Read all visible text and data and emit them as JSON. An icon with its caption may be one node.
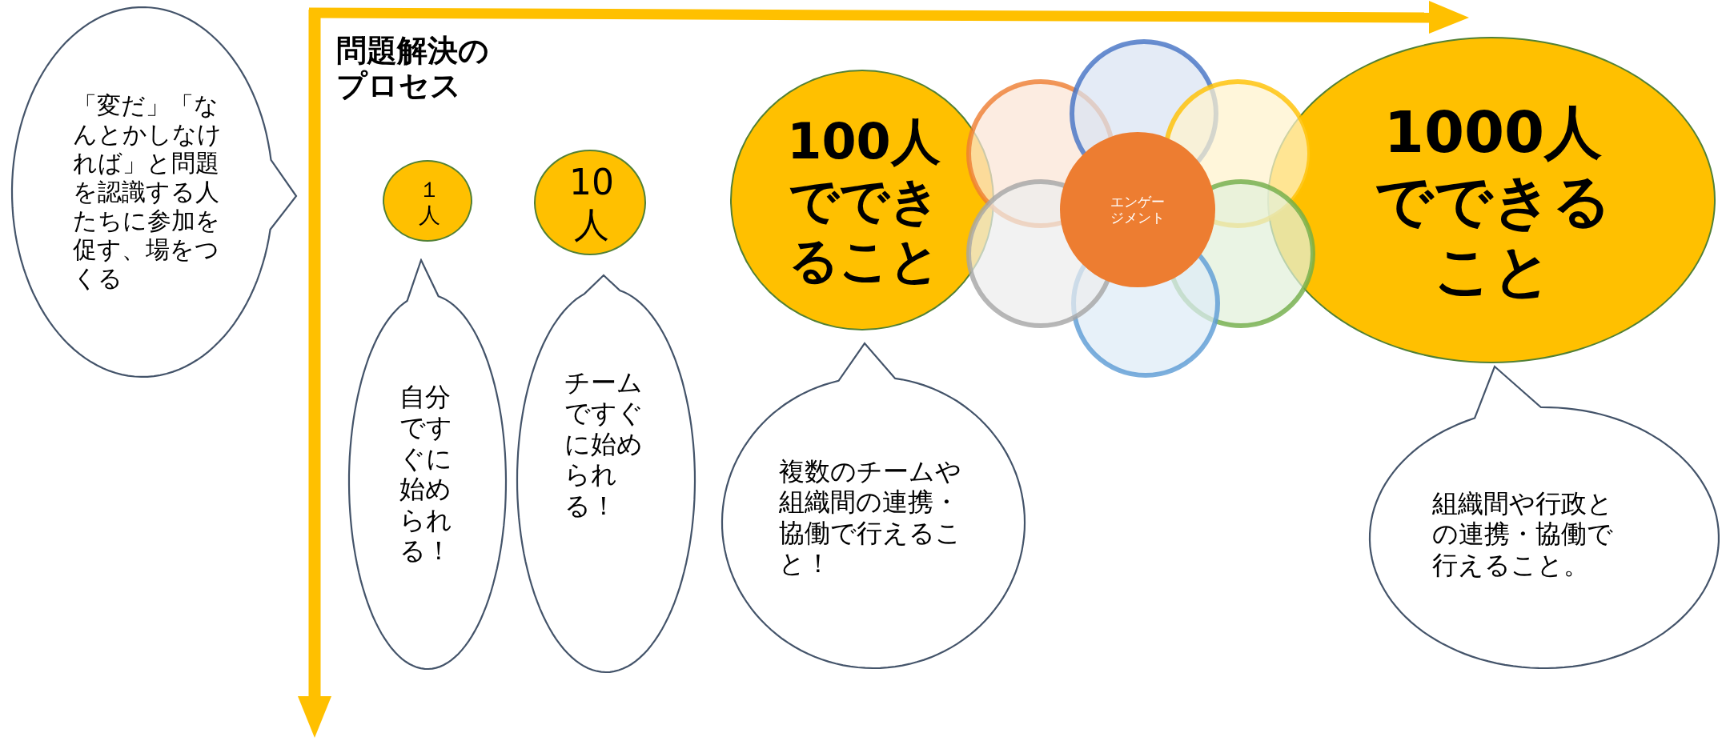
{
  "diagram": {
    "title": "問題解決のプロセス",
    "nodes": [
      {
        "text": [
          "「変だ」「なんとかしなければ」と問題を認識する人たちに参加を促す、場をつくる"
        ]
      },
      {
        "text": [
          "１人"
        ]
      },
      {
        "text": [
          "自分ですぐに始められる！"
        ]
      },
      {
        "text": [
          "10人"
        ]
      },
      {
        "text": [
          "チームですぐに始められる！"
        ]
      },
      {
        "text": [
          "100人でできること"
        ]
      },
      {
        "text": [
          "複数のチームや組織間の連携・協働で行えること！"
        ]
      },
      {
        "text": [
          "エンゲージメント"
        ]
      },
      {
        "text": [
          "1000人でできること"
        ]
      },
      {
        "text": [
          "組織間や行政との連携・協働で行えること。"
        ]
      }
    ]
  }
}
